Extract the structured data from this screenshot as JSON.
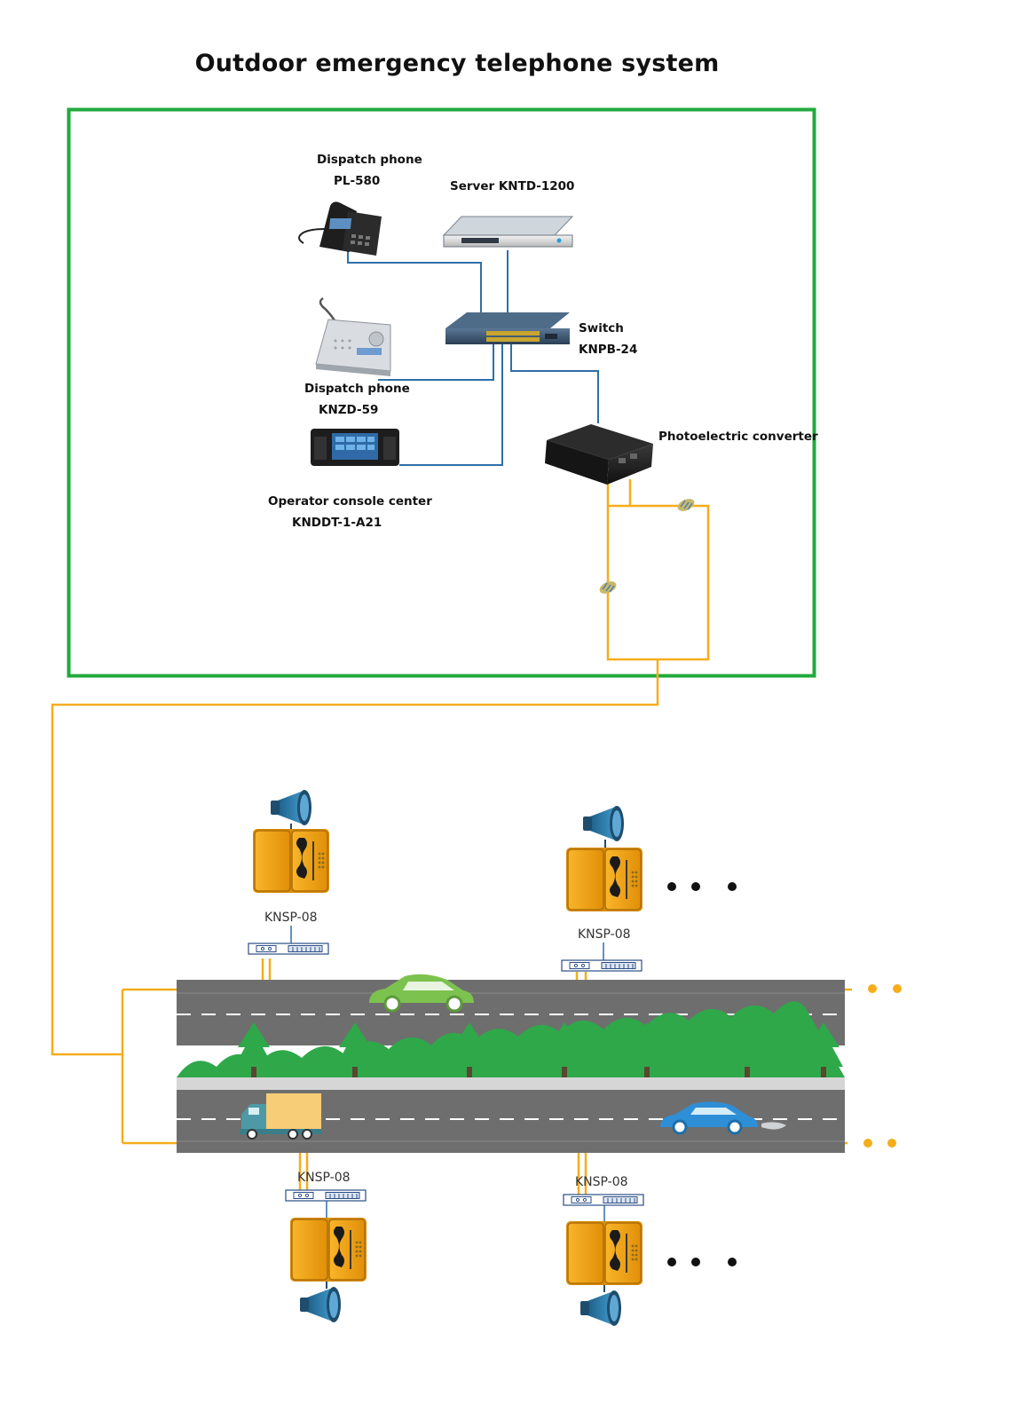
{
  "title": "Outdoor emergency telephone system",
  "colors": {
    "frame": "#22aa3c",
    "fiber": "#f5ad1c",
    "network": "#2f6fa8",
    "road": "#6e6e6e",
    "tree": "#2fa84a",
    "device": "#f6a821"
  },
  "devices": {
    "dispatch_phone_1": {
      "name": "Dispatch phone",
      "model": "PL-580"
    },
    "server": {
      "label": "Server KNTD-1200"
    },
    "switch": {
      "name": "Switch",
      "model": "KNPB-24"
    },
    "dispatch_phone_2": {
      "name": "Dispatch phone",
      "model": "KNZD-59"
    },
    "converter": {
      "label": "Photoelectric converter"
    },
    "console": {
      "name": "Operator console center",
      "model": "KNDDT-1-A21"
    }
  },
  "terminals": [
    {
      "label": "KNSP-08"
    },
    {
      "label": "KNSP-08"
    },
    {
      "label": "KNSP-08"
    },
    {
      "label": "KNSP-08"
    }
  ]
}
